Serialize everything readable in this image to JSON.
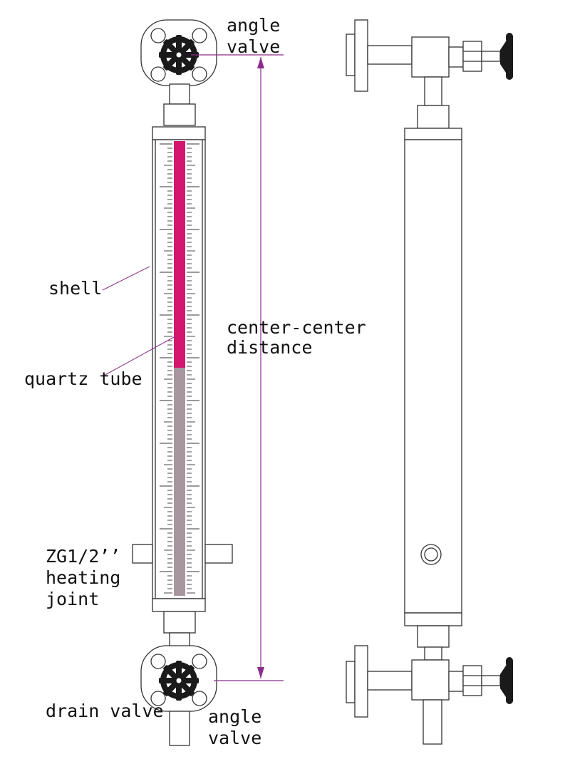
{
  "labels": {
    "angle_valve_top_line1": "angle",
    "angle_valve_top_line2": "valve",
    "shell": "shell",
    "center_distance_line1": "center-center",
    "center_distance_line2": "distance",
    "quartz_tube": "quartz tube",
    "heating_joint_line1": "ZG1/2’’",
    "heating_joint_line2": "heating",
    "heating_joint_line3": "joint",
    "drain_valve": "drain valve",
    "angle_valve_bottom_line1": "angle",
    "angle_valve_bottom_line2": "valve"
  },
  "colors": {
    "liquid": "#d4176e",
    "empty_tube": "#a8969e",
    "dimension_line": "#8b2c8b",
    "leader_line": "#8b2c8b",
    "outline": "#333333"
  },
  "icons": {
    "valve_handwheel": "handwheel-icon",
    "vent_port": "vent-port-icon"
  }
}
